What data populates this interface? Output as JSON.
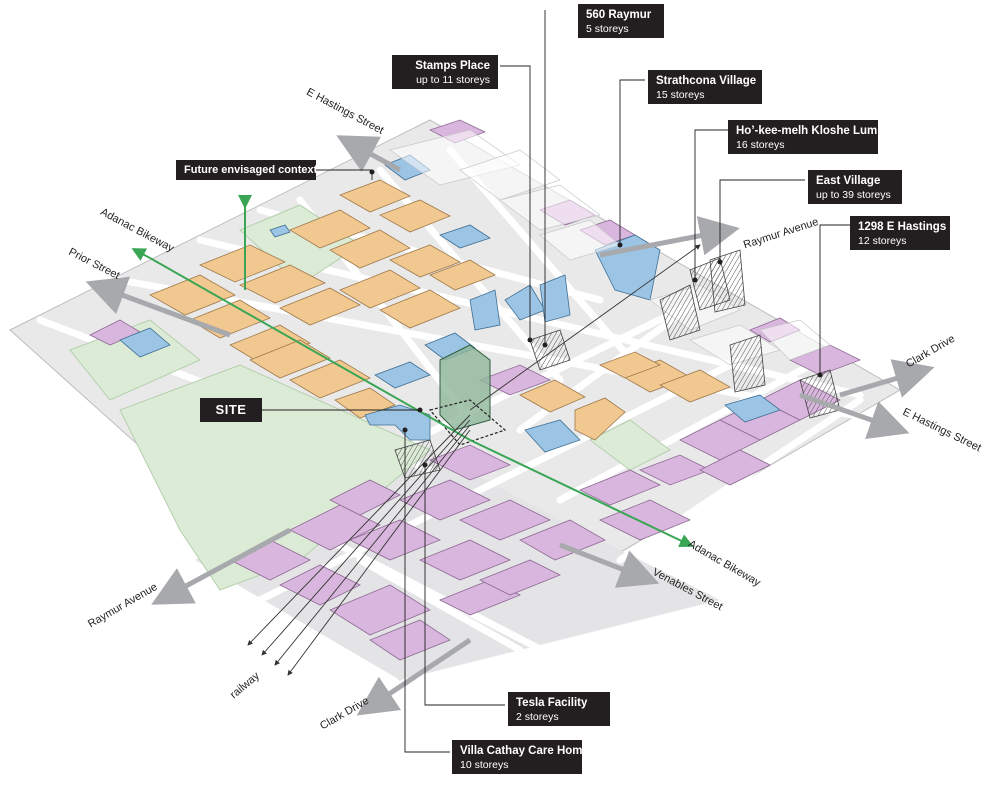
{
  "labels": {
    "site": "SITE",
    "future_context": "Future envisaged context",
    "railway": "railway"
  },
  "callouts": [
    {
      "id": "560-raymur",
      "title": "560 Raymur",
      "sub": "5 storeys"
    },
    {
      "id": "stamps-place",
      "title": "Stamps Place",
      "sub": "up to 11 storeys"
    },
    {
      "id": "strathcona-village",
      "title": "Strathcona Village",
      "sub": "15 storeys"
    },
    {
      "id": "ho-kee-melh",
      "title": "Ho’-kee-melh Kloshe Lum",
      "sub": "16 storeys"
    },
    {
      "id": "east-village",
      "title": "East Village",
      "sub": "up to 39 storeys"
    },
    {
      "id": "1298-e-hastings",
      "title": "1298 E Hastings",
      "sub": "12 storeys"
    },
    {
      "id": "tesla-facility",
      "title": "Tesla Facility",
      "sub": "2 storeys"
    },
    {
      "id": "villa-cathay",
      "title": "Villa Cathay Care Home",
      "sub": "10 storeys"
    }
  ],
  "streets": {
    "e_hastings_nw": "E Hastings Street",
    "adanac_nw": "Adanac Bikeway",
    "prior": "Prior Street",
    "raymur_ne": "Raymur Avenue",
    "clark_e": "Clark Drive",
    "e_hastings_se": "E Hastings Street",
    "adanac_se": "Adanac Bikeway",
    "venables": "Venables Street",
    "raymur_sw": "Raymur Avenue",
    "clark_sw": "Clark Drive"
  },
  "colors": {
    "ground": "#e9e9ea",
    "road": "#ffffff",
    "park": "#dcebd6",
    "residential": "#f2c891",
    "institutional": "#9cc4e4",
    "industrial": "#d9b6dd",
    "site": "#8fb79b",
    "arrow": "#a7a9ac",
    "bikeway": "#3aa655",
    "callout_bg": "#231f20"
  }
}
